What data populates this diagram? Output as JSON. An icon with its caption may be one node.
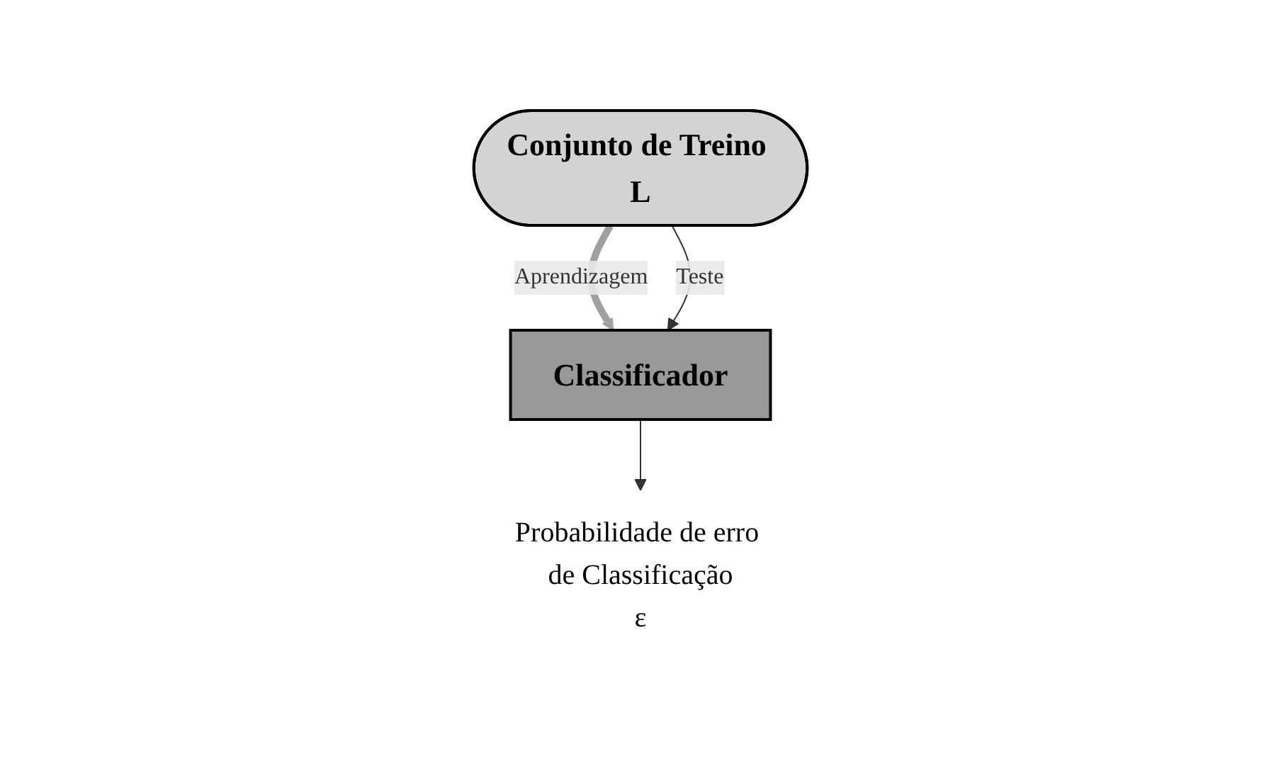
{
  "diagram": {
    "nodes": [
      {
        "text": [
          "Conjunto de Treino L"
        ]
      },
      {
        "text": [
          "Classificador"
        ]
      },
      {
        "text": [
          "Probabilidade de erro de Classificação",
          "ε"
        ]
      }
    ],
    "edges": [
      {
        "from": 0,
        "to": 1,
        "arrow": "to",
        "label": "Aprendizagem",
        "style": "thick",
        "color": "#a0a0a0"
      },
      {
        "from": 0,
        "to": 1,
        "arrow": "to",
        "label": "Teste"
      },
      {
        "from": 1,
        "to": 2,
        "arrow": "to"
      }
    ]
  }
}
